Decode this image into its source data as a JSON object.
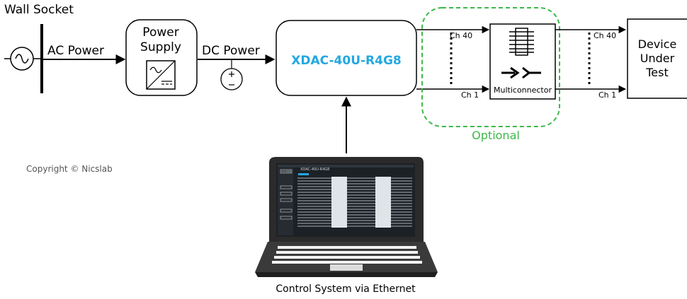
{
  "labels": {
    "wall_socket": "Wall Socket",
    "ac_power": "AC Power",
    "power_supply": "Power Supply",
    "dc_power": "DC Power",
    "device": "XDAC-40U-R4G8",
    "ch40_in": "Ch 40",
    "ch1_in": "Ch 1",
    "multiconnector": "Multiconnector",
    "ch40_out": "Ch 40",
    "ch1_out": "Ch 1",
    "dut": "Device Under Test",
    "optional": "Optional",
    "copyright": "Copyright © Nicslab",
    "control": "Control System via Ethernet",
    "screen_logo": "nicslab",
    "screen_title": "XDAC-40U-R4G8"
  },
  "colors": {
    "device_label": "#22a8e0",
    "optional": "#3db84a",
    "laptop_body": "#2b2b2b",
    "screen_bg": "#1c2125"
  },
  "icons": [
    "ac-source-icon",
    "dc-battery-icon",
    "ac-dc-converter-icon",
    "multiconnector-chip-icon",
    "connector-symbol-icon",
    "laptop-icon"
  ]
}
